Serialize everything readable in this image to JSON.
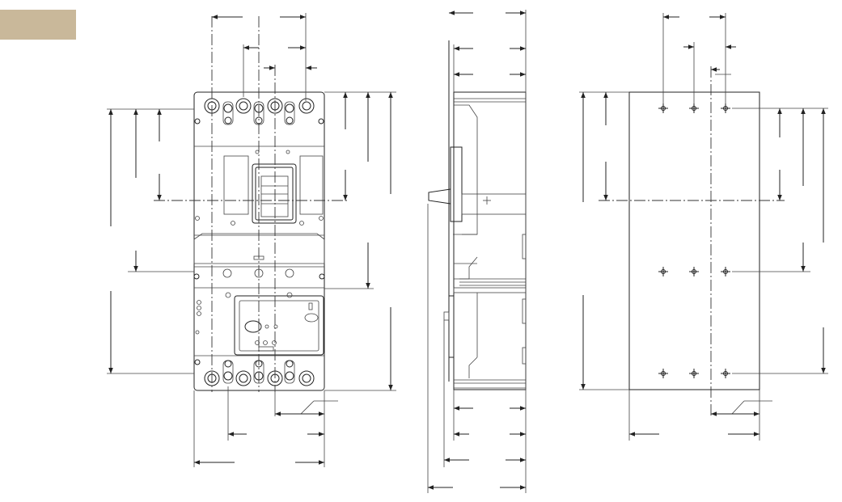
{
  "colors": {
    "tag": "#c9b89a",
    "line": "#222222",
    "background": "#ffffff"
  },
  "views": {
    "front": {
      "name": "front-view"
    },
    "side": {
      "name": "side-view"
    },
    "mounting": {
      "name": "mounting-hole-pattern"
    }
  },
  "tag": {
    "label": ""
  }
}
